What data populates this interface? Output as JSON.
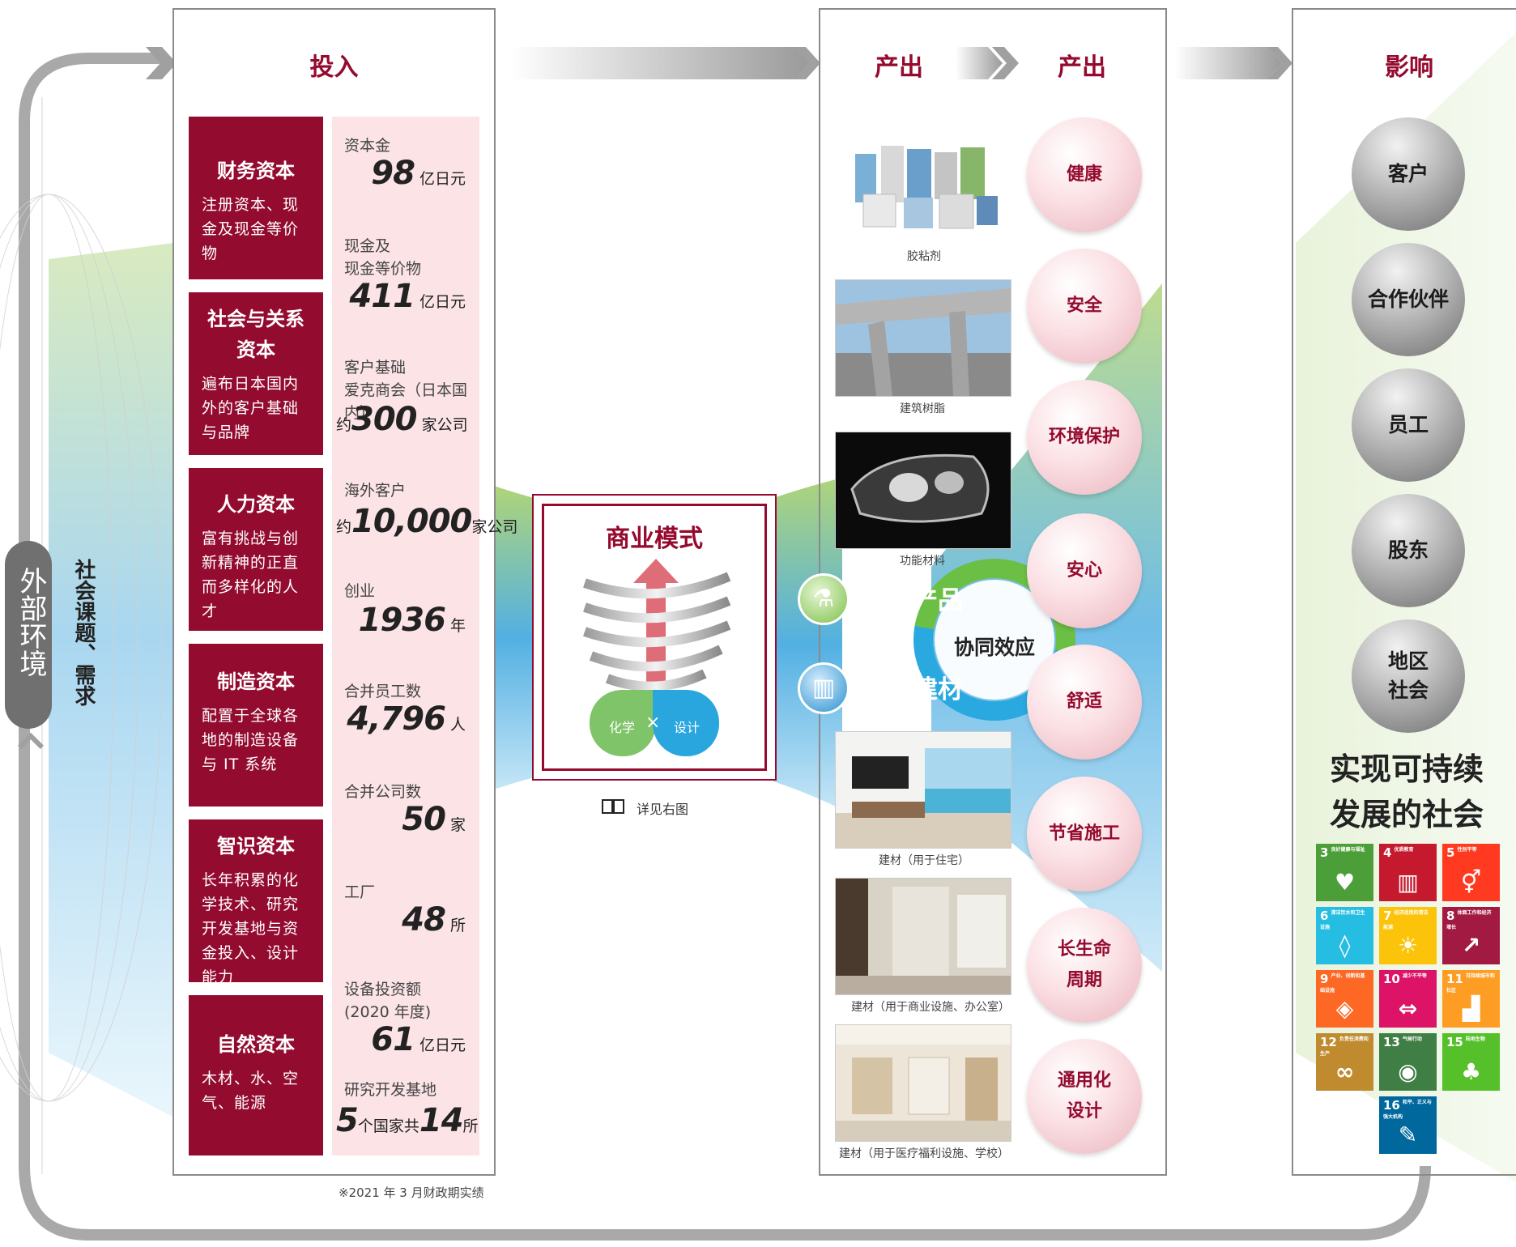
{
  "environment": {
    "label": "外部环境",
    "issues": "社会课题、需求"
  },
  "inputs": {
    "heading": "投入",
    "capitals": [
      {
        "title": "财务资本",
        "desc": "注册资本、现金及现金等价物"
      },
      {
        "title": "社会与关系资本",
        "desc": "遍布日本国内外的客户基础与品牌"
      },
      {
        "title": "人力资本",
        "desc": "富有挑战与创新精神的正直而多样化的人才"
      },
      {
        "title": "制造资本",
        "desc": "配置于全球各地的制造设备与 IT 系统"
      },
      {
        "title": "智识资本",
        "desc": "长年积累的化学技术、研究开发基地与资金投入、设计能力"
      },
      {
        "title": "自然资本",
        "desc": "木材、水、空气、能源"
      }
    ],
    "metrics": [
      {
        "label": "资本金",
        "prefix": "",
        "value": "98",
        "unit": "亿日元"
      },
      {
        "label": "现金及\n现金等价物",
        "prefix": "",
        "value": "411",
        "unit": "亿日元"
      },
      {
        "label": "客户基础\n爱克商会（日本国内）",
        "prefix": "约",
        "value": "300",
        "unit": "家公司"
      },
      {
        "label": "海外客户",
        "prefix": "约",
        "value": "10,000",
        "unit": "家公司"
      },
      {
        "label": "创业",
        "prefix": "",
        "value": "1936",
        "unit": "年"
      },
      {
        "label": "合并员工数",
        "prefix": "",
        "value": "4,796",
        "unit": "人"
      },
      {
        "label": "合并公司数",
        "prefix": "",
        "value": "50",
        "unit": "家"
      },
      {
        "label": "工厂",
        "prefix": "",
        "value": "48",
        "unit": "所"
      },
      {
        "label": "设备投资额\n(2020 年度)",
        "prefix": "",
        "value": "61",
        "unit": "亿日元"
      },
      {
        "label": "研究开发基地",
        "prefix": "",
        "value": "5",
        "unit": "个国家共",
        "value2": "14",
        "unit2": "所"
      }
    ],
    "footnote": "※2021 年 3 月财政期实绩"
  },
  "business_model": {
    "title": "商业模式",
    "left": "化学",
    "cross": "×",
    "right": "设计",
    "see": "详见右图"
  },
  "outputs": {
    "heading1": "产出",
    "heading2": "产出",
    "products": [
      "胶粘剂",
      "建筑树脂",
      "功能材料",
      "建材（用于住宅）",
      "建材（用于商业设施、办公室）",
      "建材（用于医疗福利设施、学校）"
    ],
    "segments": [
      "化工产品",
      "建装建材"
    ],
    "synergy": "协同效应",
    "values": [
      "健康",
      "安全",
      "环境保护",
      "安心",
      "舒适",
      "节省施工",
      "长生命\n周期",
      "通用化\n设计"
    ]
  },
  "impact": {
    "heading": "影响",
    "stakeholders": [
      "客户",
      "合作伙伴",
      "员工",
      "股东",
      "地区\n社会"
    ],
    "goal": "实现可持续\n发展的社会",
    "sdgs": [
      {
        "num": "3",
        "label": "良好健康与福祉",
        "color": "#4c9f38",
        "icon": "♥"
      },
      {
        "num": "4",
        "label": "优质教育",
        "color": "#c5192d",
        "icon": "▥"
      },
      {
        "num": "5",
        "label": "性别平等",
        "color": "#ff3a21",
        "icon": "⚥"
      },
      {
        "num": "6",
        "label": "清洁饮水和卫生设施",
        "color": "#26bde2",
        "icon": "◊"
      },
      {
        "num": "7",
        "label": "经济适用的清洁能源",
        "color": "#fcc30b",
        "icon": "☀"
      },
      {
        "num": "8",
        "label": "体面工作和经济增长",
        "color": "#a21942",
        "icon": "↗"
      },
      {
        "num": "9",
        "label": "产业、创新和基础设施",
        "color": "#fd6925",
        "icon": "◈"
      },
      {
        "num": "10",
        "label": "减少不平等",
        "color": "#dd1367",
        "icon": "⇔"
      },
      {
        "num": "11",
        "label": "可持续城市和社区",
        "color": "#fd9d24",
        "icon": "▟"
      },
      {
        "num": "12",
        "label": "负责任消费和生产",
        "color": "#bf8b2e",
        "icon": "∞"
      },
      {
        "num": "13",
        "label": "气候行动",
        "color": "#3f7e44",
        "icon": "◉"
      },
      {
        "num": "15",
        "label": "陆地生物",
        "color": "#56c02b",
        "icon": "♣"
      },
      {
        "num": "16",
        "label": "和平、正义与强大机构",
        "color": "#00689d",
        "icon": "✎"
      }
    ]
  },
  "colors": {
    "brand": "#950a2e",
    "capital_bg": "#940b30",
    "value_bg": "#fbe3e6",
    "green": "#8cc63f",
    "blue": "#29a9e0"
  }
}
